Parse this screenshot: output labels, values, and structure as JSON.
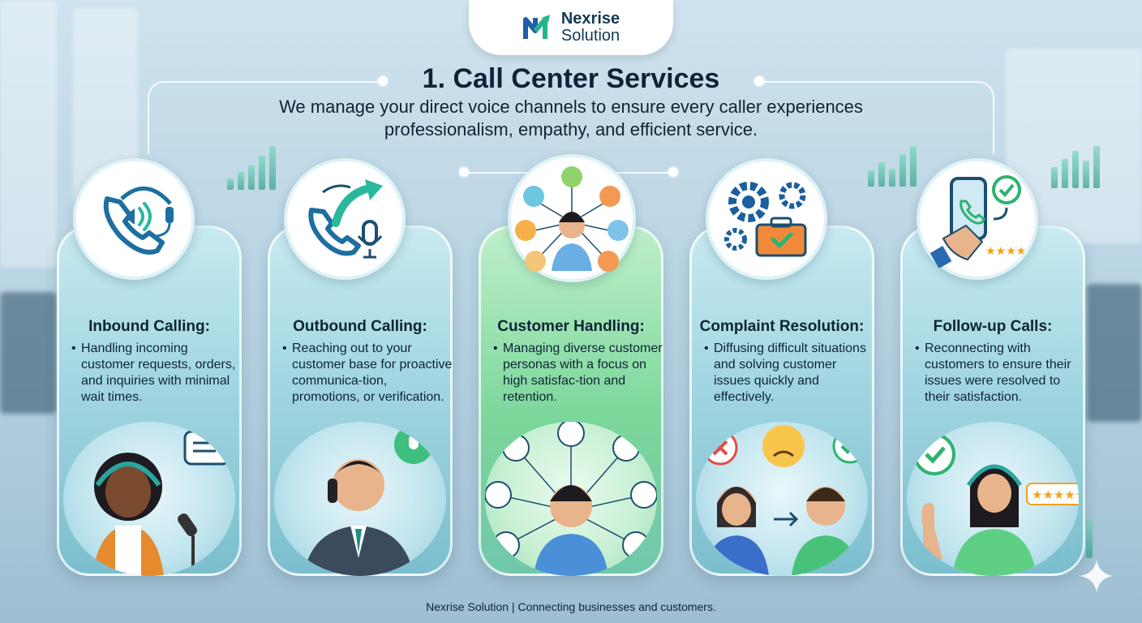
{
  "brand": {
    "name_line1": "Nexrise",
    "name_line2": "Solution"
  },
  "title": "1. Call Center Services",
  "subtitle": "We manage your direct voice channels to ensure every caller experiences professionalism, empathy, and efficient service.",
  "services": [
    {
      "title": "Inbound Calling:",
      "description": "Handling incoming customer requests, orders, and inquiries with minimal wait times.",
      "icon": "phone-sound-headset-icon",
      "scene": "agent-with-microphone"
    },
    {
      "title": "Outbound Calling:",
      "description": "Reaching out to your customer base for proactive communica-tion, promotions, or verification.",
      "icon": "phone-arrow-microphone-icon",
      "scene": "agent-on-phone"
    },
    {
      "title": "Customer Handling:",
      "description": "Managing diverse customer personas with a focus on high satisfac-tion and retention.",
      "icon": "agent-emotions-icon",
      "scene": "customer-network"
    },
    {
      "title": "Complaint Resolution:",
      "description": "Diffusing difficult situations and solving customer issues quickly and effectively.",
      "icon": "gears-toolbox-icon",
      "scene": "upset-to-happy-customer"
    },
    {
      "title": "Follow-up Calls:",
      "description": "Reconnecting with customers to ensure their issues were resolved to their satisfaction.",
      "icon": "phone-check-rating-icon",
      "scene": "agent-waving-rating"
    }
  ],
  "footer": "Nexrise Solution | Connecting businesses and customers.",
  "colors": {
    "accent_teal": "#2a8fa8",
    "accent_green": "#4cbf7a",
    "dark_text": "#0e2436"
  }
}
